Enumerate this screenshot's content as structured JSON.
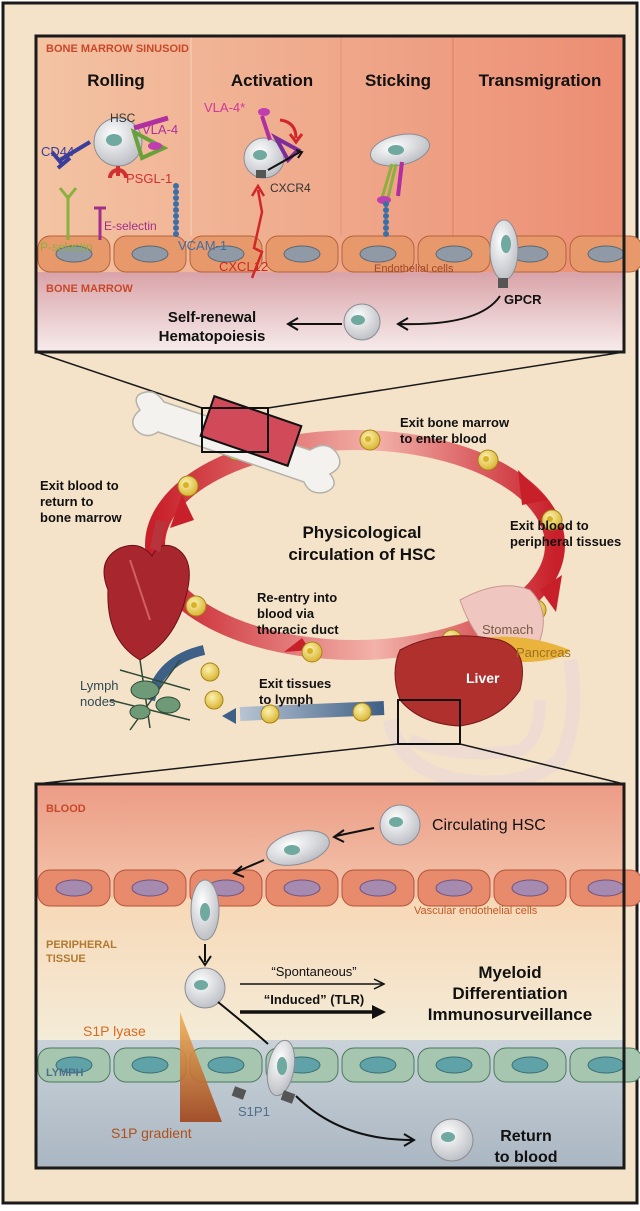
{
  "top_panel": {
    "region_label": "BONE MARROW SINUSOID",
    "bottom_label": "BONE MARROW",
    "stages": [
      "Rolling",
      "Activation",
      "Sticking",
      "Transmigration"
    ],
    "labels": {
      "hsc": "HSC",
      "vla4": "VLA-4",
      "vla4_active": "VLA-4*",
      "cd44": "CD44",
      "psgl1": "PSGL-1",
      "e_selectin": "E-selectin",
      "p_selectin": "P-selectin",
      "vcam1": "VCAM-1",
      "cxcr4": "CXCR4",
      "cxcl12": "CXCL12",
      "endothelial": "Endothelial cells",
      "gpcr": "GPCR",
      "self_renewal_1": "Self-renewal",
      "self_renewal_2": "Hematopoiesis"
    }
  },
  "middle": {
    "center_title_1": "Physicological",
    "center_title_2": "circulation of HSC",
    "exit_bm_1": "Exit bone marrow",
    "exit_bm_2": "to enter blood",
    "exit_blood_pt_1": "Exit blood to",
    "exit_blood_pt_2": "peripheral tissues",
    "exit_blood_bm_1": "Exit blood to",
    "exit_blood_bm_2": "return to",
    "exit_blood_bm_3": "bone marrow",
    "reentry_1": "Re-entry into",
    "reentry_2": "blood via",
    "reentry_3": "thoracic duct",
    "exit_tissues_1": "Exit tissues",
    "exit_tissues_2": "to lymph",
    "lymph_1": "Lymph",
    "lymph_2": "nodes",
    "stomach": "Stomach",
    "pancreas": "Pancreas",
    "liver": "Liver"
  },
  "bottom_panel": {
    "blood": "BLOOD",
    "peripheral_1": "PERIPHERAL",
    "peripheral_2": "TISSUE",
    "lymph": "LYMPH",
    "circulating": "Circulating HSC",
    "vascular": "Vascular endothelial cells",
    "spontaneous": "“Spontaneous”",
    "induced": "“Induced” (TLR)",
    "myeloid_1": "Myeloid",
    "myeloid_2": "Differentiation",
    "myeloid_3": "Immunosurveillance",
    "s1p_lyase": "S1P lyase",
    "s1p_gradient": "S1P gradient",
    "s1p1": "S1P1",
    "return_1": "Return",
    "return_2": "to blood"
  },
  "colors": {
    "frame": "#1a1a1a",
    "background": "#f4e3c9",
    "ring_red": "#c8202a",
    "lymph_blue": "#3e5f86",
    "cell_yellow": "#f2d24a",
    "endothelial": "#e89a6a"
  }
}
